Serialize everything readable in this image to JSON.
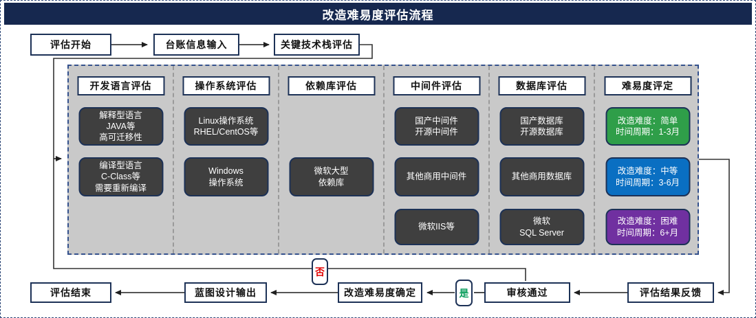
{
  "title": "改造难易度评估流程",
  "colors": {
    "titlebar_navy": "#16284f",
    "box_border_navy": "#1c3156",
    "container_gray": "#c9c9c9",
    "dark_item_gray": "#3f3f3f",
    "easy_green": "#2f9e49",
    "medium_blue": "#0a6fc2",
    "hard_purple": "#7030a0",
    "no_label_red": "#e00000",
    "yes_label_green": "#0c9e5e"
  },
  "top_flow": [
    {
      "label": "评估开始"
    },
    {
      "label": "台账信息输入"
    },
    {
      "label": "关键技术栈评估"
    }
  ],
  "columns": [
    {
      "header": "开发语言评估",
      "items": [
        {
          "text": "解释型语言\nJAVA等\n高可迁移性"
        },
        {
          "text": "编译型语言\nC-Class等\n需要重新编译"
        }
      ]
    },
    {
      "header": "操作系统评估",
      "items": [
        {
          "text": "Linux操作系统\nRHEL/CentOS等"
        },
        {
          "text": "Windows\n操作系统"
        }
      ]
    },
    {
      "header": "依赖库评估",
      "items": [
        {
          "text": "微软大型\n依赖库"
        }
      ]
    },
    {
      "header": "中间件评估",
      "items": [
        {
          "text": "国产中间件\n开源中间件"
        },
        {
          "text": "其他商用中间件"
        },
        {
          "text": "微软IIS等"
        }
      ]
    },
    {
      "header": "数据库评估",
      "items": [
        {
          "text": "国产数据库\n开源数据库"
        },
        {
          "text": "其他商用数据库"
        },
        {
          "text": "微软\nSQL Server"
        }
      ]
    },
    {
      "header": "难易度评定",
      "items": [
        {
          "text": "改造难度：简单\n时间周期：1-3月",
          "color": "#2f9e49"
        },
        {
          "text": "改造难度：中等\n时间周期：3-6月",
          "color": "#0a6fc2"
        },
        {
          "text": "改造难度：困难\n时间周期：6+月",
          "color": "#7030a0"
        }
      ]
    }
  ],
  "bottom_flow": [
    {
      "label": "评估结束"
    },
    {
      "label": "蓝图设计输出"
    },
    {
      "label": "改造难易度确定"
    },
    {
      "label": "审核通过"
    },
    {
      "label": "评估结果反馈"
    }
  ],
  "decisions": {
    "no": "否",
    "yes": "是"
  }
}
